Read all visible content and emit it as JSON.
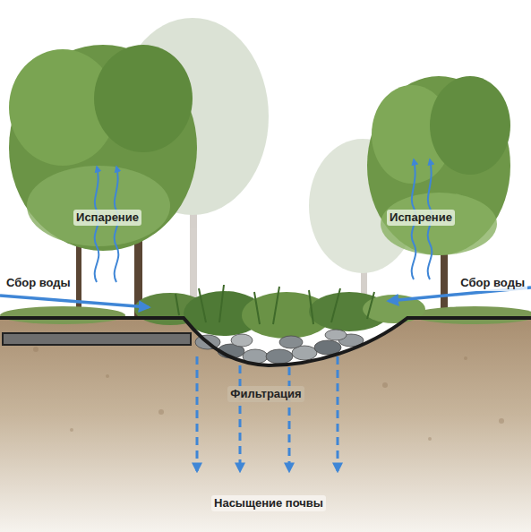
{
  "diagram": {
    "labels": [
      "Испарение",
      "Испарение",
      "Сбор воды",
      "Сбор воды",
      "Фильтрация",
      "Насыщение почвы"
    ]
  }
}
